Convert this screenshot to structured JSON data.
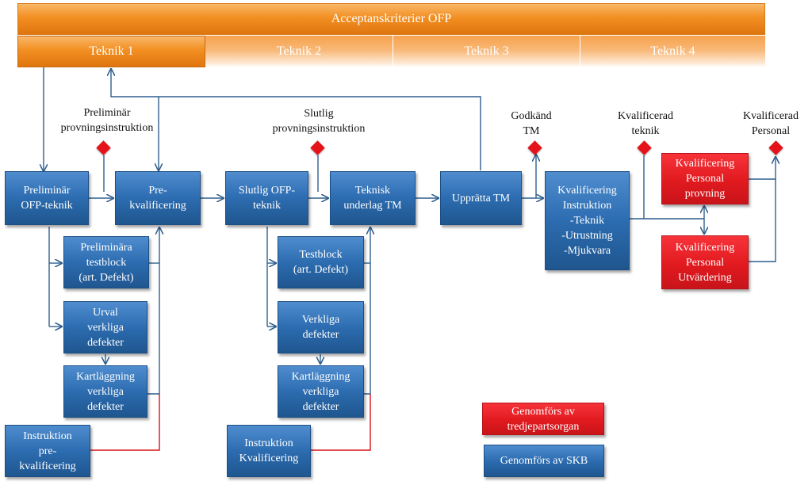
{
  "header": {
    "title": "Acceptanskriterier OFP",
    "tabs": [
      "Teknik 1",
      "Teknik 2",
      "Teknik 3",
      "Teknik 4"
    ]
  },
  "labels": {
    "prelim_instr": "Preliminär\nprovningsinstruktion",
    "slutlig_instr": "Slutlig\nprovningsinstruktion",
    "godkand_tm": "Godkänd\nTM",
    "kval_teknik": "Kvalificerad\nteknik",
    "kval_personal": "Kvalificerad\nPersonal"
  },
  "boxes": {
    "prelim_ofp": "Preliminär\nOFP-teknik",
    "pre_kval": "Pre-\nkvalificering",
    "slutlig_ofp": "Slutlig OFP-\nteknik",
    "teknisk_underlag": "Teknisk\nunderlag TM",
    "uppratta_tm": "Upprätta TM",
    "kval_instruktion": "Kvalificering\nInstruktion\n-Teknik\n-Utrustning\n-Mjukvara",
    "kval_pers_provning": "Kvalificering\nPersonal\nprovning",
    "kval_pers_utvardering": "Kvalificering\nPersonal\nUtvärdering",
    "prelim_testblock": "Preliminära\ntestblock\n(art. Defekt)",
    "urval_defekter": "Urval\nverkliga\ndefekter",
    "kartlaggning_1": "Kartläggning\nverkliga\ndefekter",
    "instruktion_prekval": "Instruktion\npre-\nkvalificering",
    "testblock": "Testblock\n(art. Defekt)",
    "verkliga_defekter": "Verkliga\ndefekter",
    "kartlaggning_2": "Kartläggning\nverkliga\ndefekter",
    "instruktion_kval": "Instruktion\nKvalificering"
  },
  "legend": {
    "third_party": "Genomförs av\ntredjepartsorgan",
    "skb": "Genomförs av SKB"
  },
  "colors": {
    "header_orange": "#f28f22",
    "box_blue": "#2c6cb0",
    "box_red": "#e11a1f",
    "connector": "#2f5f8f",
    "red_connector": "#d6151b"
  }
}
